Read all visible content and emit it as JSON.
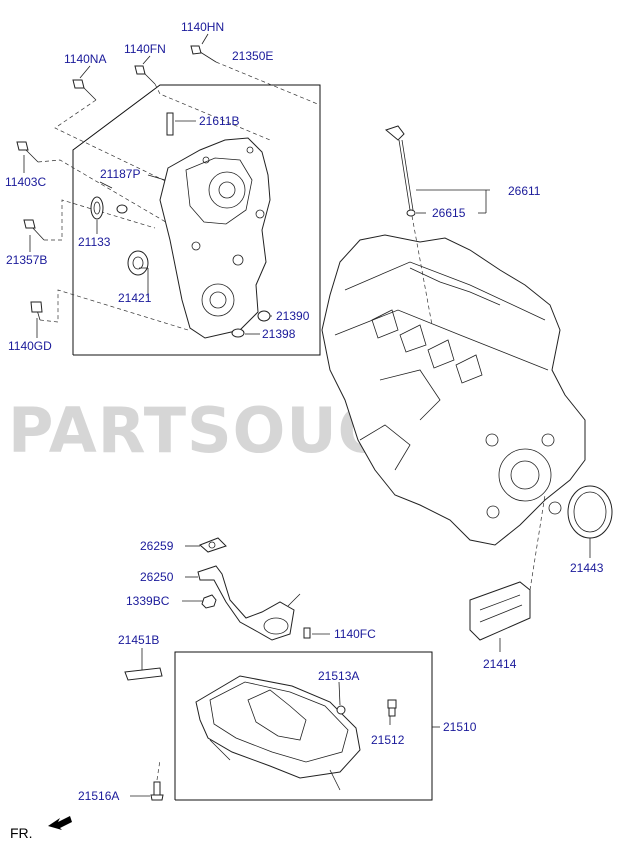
{
  "labels": {
    "p1140HN": "1140HN",
    "p1140NA": "1140NA",
    "p1140FN": "1140FN",
    "p21350E": "21350E",
    "p21611B": "21611B",
    "p11403C": "11403C",
    "p21187P": "21187P",
    "p26611": "26611",
    "p26615": "26615",
    "p21133": "21133",
    "p21357B": "21357B",
    "p21421": "21421",
    "p21390": "21390",
    "p21398": "21398",
    "p1140GD": "1140GD",
    "p21443": "21443",
    "p26259": "26259",
    "p26250": "26250",
    "p1339BC": "1339BC",
    "p1140FC": "1140FC",
    "p21451B": "21451B",
    "p21414": "21414",
    "p21513A": "21513A",
    "p21510": "21510",
    "p21512": "21512",
    "p21516A": "21516A"
  },
  "watermark": "PARTSOUQ.COM",
  "direction": "FR.",
  "colors": {
    "label": "#1a1a9a",
    "line": "#222222",
    "watermark": "#c9c9c9"
  }
}
